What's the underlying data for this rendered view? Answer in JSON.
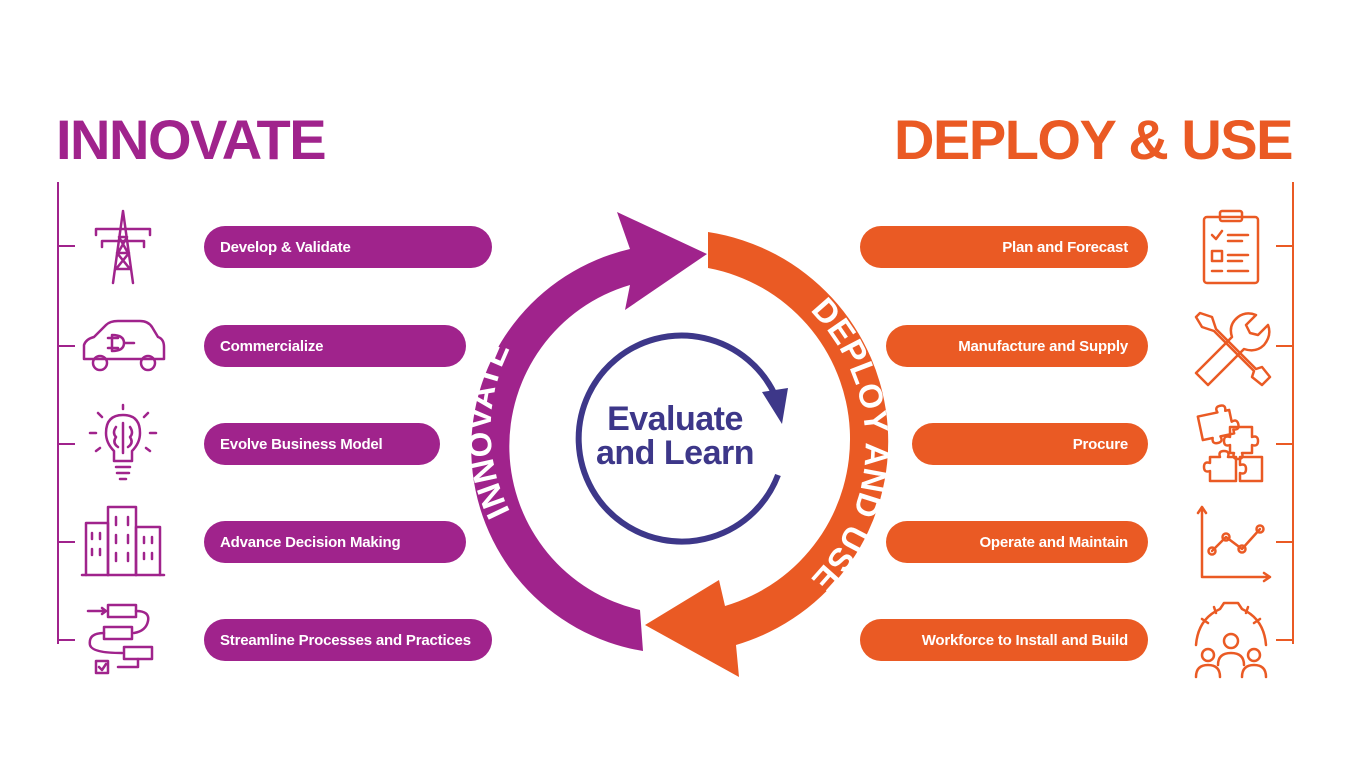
{
  "colors": {
    "purple": "#a0238c",
    "orange": "#ea5a24",
    "navy": "#3d3789"
  },
  "left": {
    "heading": "INNOVATE",
    "items": [
      {
        "label": "Develop & Validate",
        "icon": "power-tower-icon"
      },
      {
        "label": "Commercialize",
        "icon": "electric-car-icon"
      },
      {
        "label": "Evolve Business Model",
        "icon": "lightbulb-brain-icon"
      },
      {
        "label": "Advance Decision Making",
        "icon": "buildings-icon"
      },
      {
        "label": "Streamline Processes and Practices",
        "icon": "process-flow-icon"
      }
    ]
  },
  "right": {
    "heading": "DEPLOY & USE",
    "items": [
      {
        "label": "Plan and Forecast",
        "icon": "clipboard-checklist-icon"
      },
      {
        "label": "Manufacture and Supply",
        "icon": "wrench-screwdriver-icon"
      },
      {
        "label": "Procure",
        "icon": "puzzle-icon"
      },
      {
        "label": "Operate and Maintain",
        "icon": "line-chart-icon"
      },
      {
        "label": "Workforce to Install and Build",
        "icon": "gear-people-icon"
      }
    ]
  },
  "cycle": {
    "left_arc_label": "INNOVATE",
    "right_arc_label": "DEPLOY AND USE",
    "center_line1": "Evaluate",
    "center_line2": "and Learn"
  }
}
